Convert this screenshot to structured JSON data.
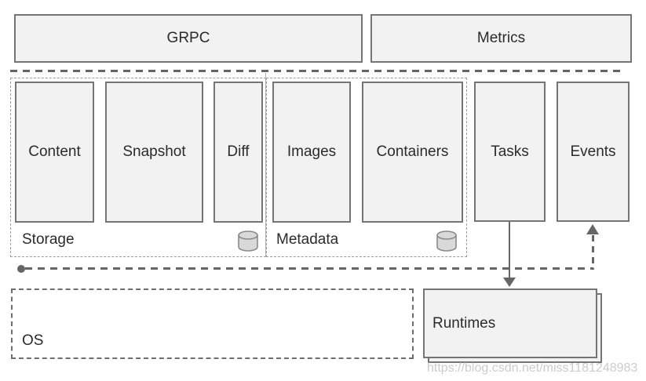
{
  "api": {
    "grpc_label": "GRPC",
    "metrics_label": "Metrics"
  },
  "storage": {
    "label": "Storage",
    "modules": {
      "content": "Content",
      "snapshot": "Snapshot",
      "diff": "Diff"
    },
    "db_icon": "database-cylinder"
  },
  "metadata": {
    "label": "Metadata",
    "modules": {
      "images": "Images",
      "containers": "Containers"
    },
    "db_icon": "database-cylinder"
  },
  "services": {
    "tasks_label": "Tasks",
    "events_label": "Events"
  },
  "runtimes": {
    "label": "Runtimes"
  },
  "os": {
    "label": "OS"
  },
  "watermark": {
    "text": "https://blog.csdn.net/miss1181248983"
  },
  "colors": {
    "box_fill": "#f2f2f2",
    "box_border": "#757575",
    "connector_line": "#666666",
    "group_dotted_border": "#9b9b9b",
    "text": "#2b2b2b",
    "cylinder_fill": "#d9d9d9",
    "watermark_text": "#cccccc"
  }
}
